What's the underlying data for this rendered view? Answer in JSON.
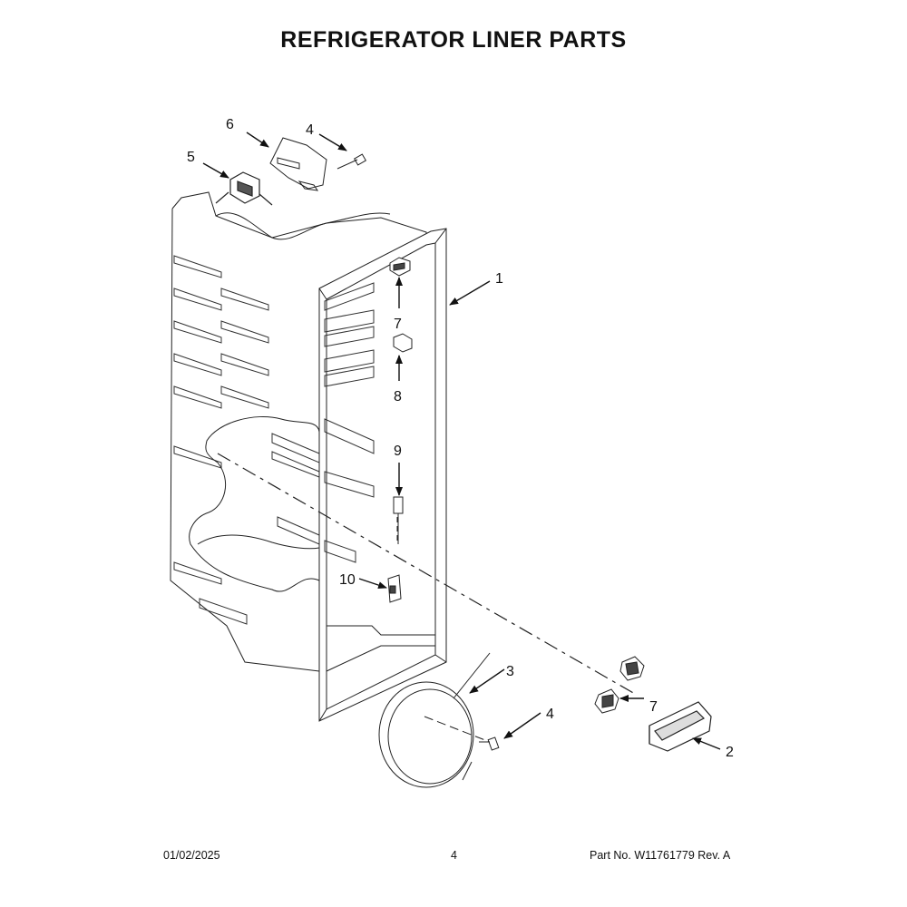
{
  "title": "REFRIGERATOR LINER PARTS",
  "callouts": {
    "c1": "1",
    "c2": "2",
    "c3": "3",
    "c4a": "4",
    "c4b": "4",
    "c5": "5",
    "c6": "6",
    "c7a": "7",
    "c7b": "7",
    "c8": "8",
    "c9": "9",
    "c10": "10"
  },
  "footer": {
    "date": "01/02/2025",
    "page": "4",
    "part": "Part No.  W11761779  Rev.  A"
  }
}
